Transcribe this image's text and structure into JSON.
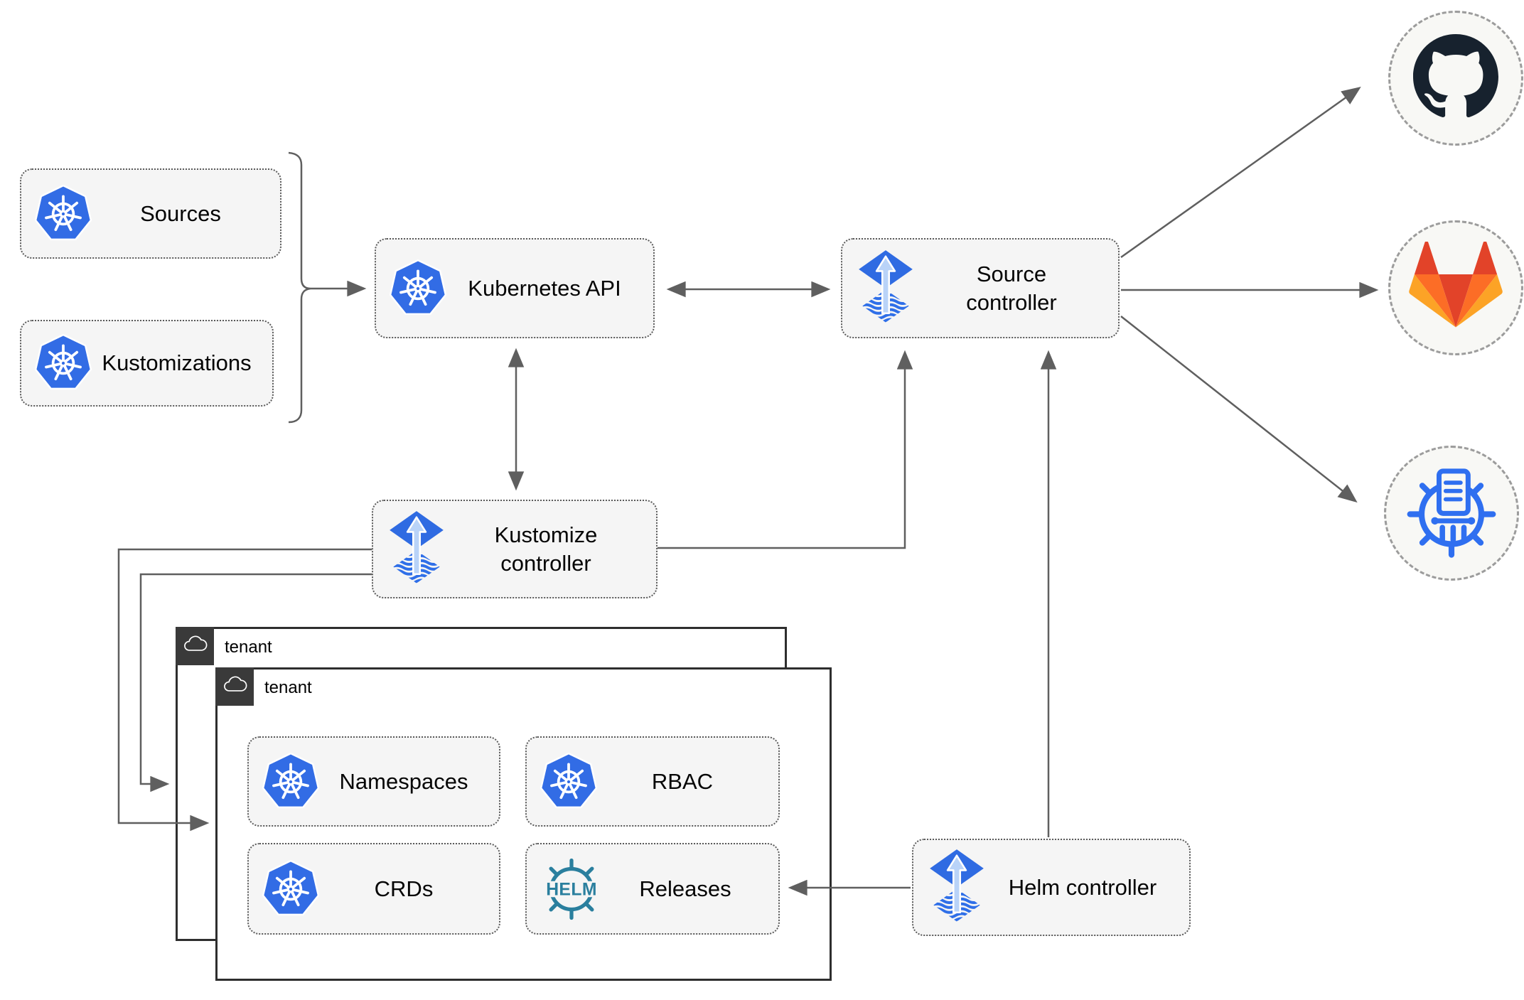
{
  "nodes": {
    "sources": {
      "label": "Sources",
      "icon": "kubernetes-icon"
    },
    "kustomizations": {
      "label": "Kustomizations",
      "icon": "kubernetes-icon"
    },
    "kubernetes_api": {
      "label": "Kubernetes API",
      "icon": "kubernetes-icon"
    },
    "source_controller": {
      "label": "Source controller",
      "icon": "flux-icon"
    },
    "kustomize_controller": {
      "label": "Kustomize controller",
      "icon": "flux-icon"
    },
    "helm_controller": {
      "label": "Helm controller",
      "icon": "flux-icon"
    },
    "namespaces": {
      "label": "Namespaces",
      "icon": "kubernetes-icon"
    },
    "rbac": {
      "label": "RBAC",
      "icon": "kubernetes-icon"
    },
    "crds": {
      "label": "CRDs",
      "icon": "kubernetes-icon"
    },
    "releases": {
      "label": "Releases",
      "icon": "helm-icon"
    }
  },
  "groups": {
    "tenant_back": {
      "label": "tenant",
      "icon": "cloud-icon"
    },
    "tenant_front": {
      "label": "tenant",
      "icon": "cloud-icon"
    }
  },
  "repositories": {
    "github": {
      "icon": "github-icon"
    },
    "gitlab": {
      "icon": "gitlab-icon"
    },
    "chartmuseum": {
      "icon": "chartmuseum-icon"
    }
  },
  "helm_logo": {
    "text": "HELM"
  },
  "edges": [
    {
      "from": "sources+kustomizations",
      "to": "kubernetes_api",
      "style": "brace-arrow"
    },
    {
      "from": "kubernetes_api",
      "to": "source_controller",
      "style": "double-arrow"
    },
    {
      "from": "kubernetes_api",
      "to": "kustomize_controller",
      "style": "double-arrow"
    },
    {
      "from": "kustomize_controller",
      "to": "source_controller",
      "style": "arrow"
    },
    {
      "from": "helm_controller",
      "to": "source_controller",
      "style": "arrow"
    },
    {
      "from": "helm_controller",
      "to": "releases",
      "style": "arrow"
    },
    {
      "from": "kustomize_controller",
      "to": "tenant_front",
      "style": "arrow"
    },
    {
      "from": "kustomize_controller",
      "to": "tenant_back",
      "style": "arrow"
    },
    {
      "from": "source_controller",
      "to": "github",
      "style": "arrow"
    },
    {
      "from": "source_controller",
      "to": "gitlab",
      "style": "arrow"
    },
    {
      "from": "source_controller",
      "to": "chartmuseum",
      "style": "arrow"
    }
  ],
  "colors": {
    "kubernetes_blue": "#326ce5",
    "flux_blue": "#2f6be2",
    "flux_arrow_light": "#b9d3f8",
    "helm_teal": "#2a7f9e",
    "chartmuseum_blue": "#2f6ff0",
    "github_dark": "#17222e",
    "gitlab_red": "#e24329",
    "gitlab_orange": "#fc6d26",
    "gitlab_yellow": "#fca326",
    "arrow_gray": "#5f5f5f",
    "node_background": "#f5f5f5",
    "tenant_tag_gray": "#3a3a3a"
  }
}
